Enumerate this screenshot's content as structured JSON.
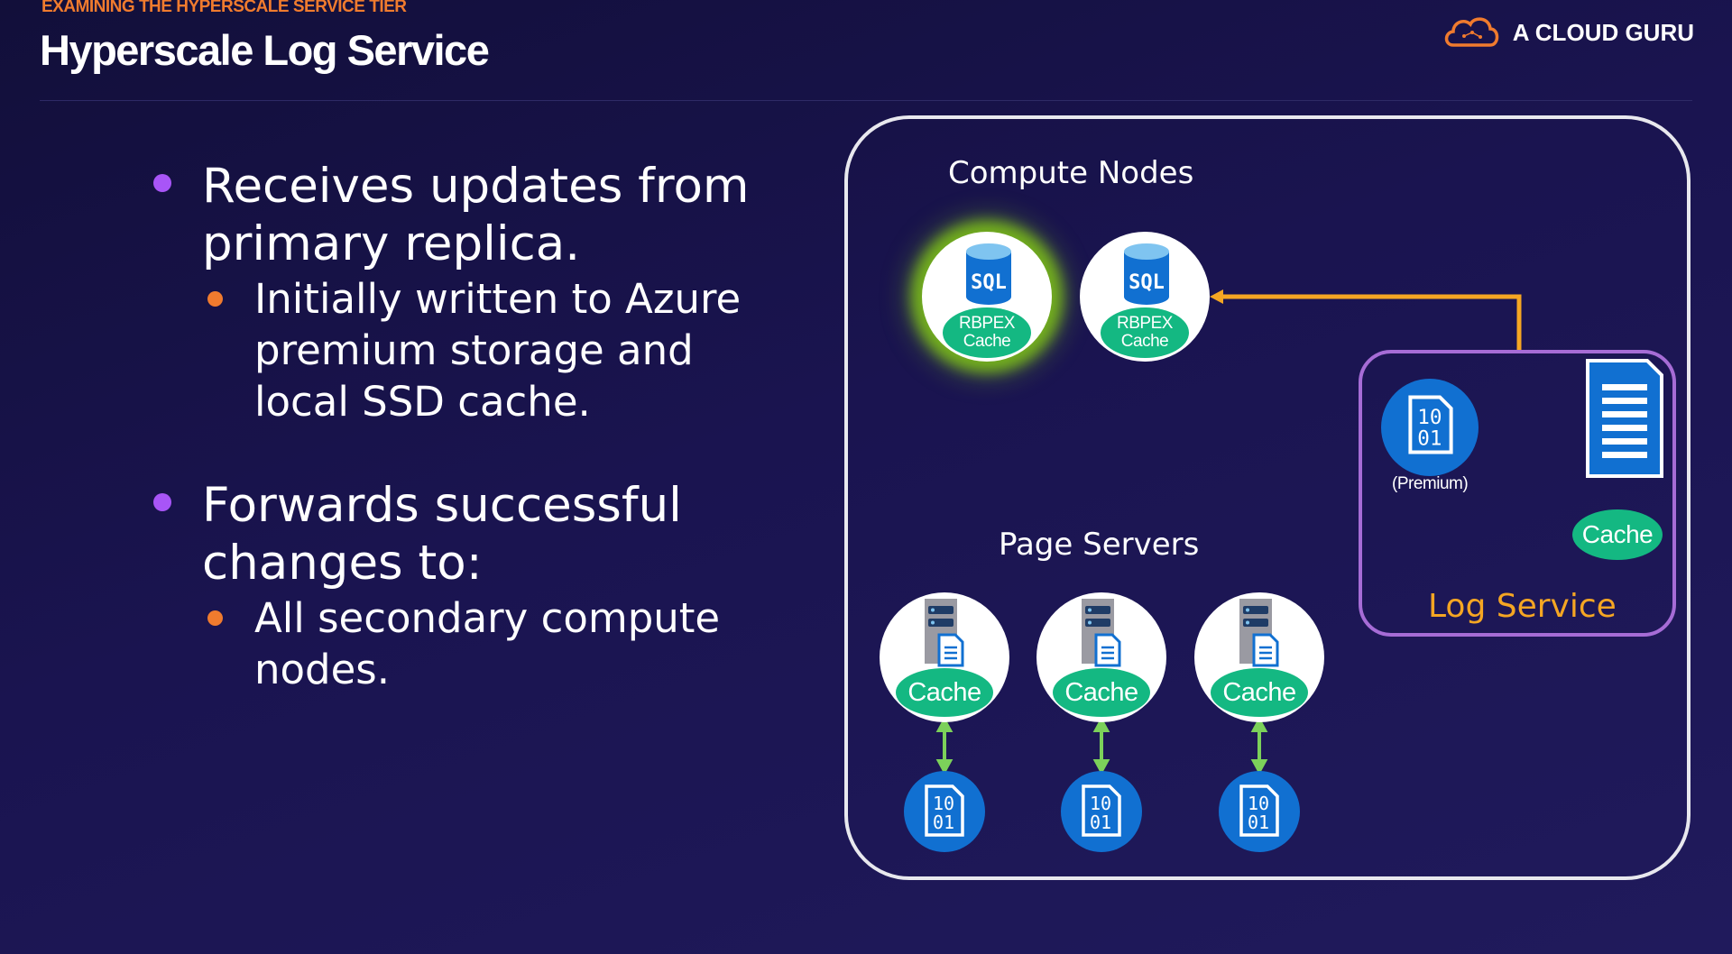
{
  "header": {
    "eyebrow": "EXAMINING THE HYPERSCALE SERVICE TIER",
    "title": "Hyperscale Log Service",
    "brand": "A CLOUD GURU"
  },
  "bullets": [
    {
      "text": "Receives updates from primary replica.",
      "lines": [
        "Receives updates from",
        "primary replica."
      ],
      "sub": {
        "lines": [
          "Initially written to Azure",
          "premium storage and",
          "local SSD cache."
        ]
      }
    },
    {
      "text": "Forwards successful changes to:",
      "lines": [
        "Forwards successful",
        "changes to:"
      ],
      "sub": {
        "lines": [
          "All secondary compute",
          "nodes."
        ]
      }
    }
  ],
  "diagram": {
    "compute_label": "Compute Nodes",
    "page_servers_label": "Page Servers",
    "sql_label": "SQL",
    "rbpex_line1": "RBPEX",
    "rbpex_line2": "Cache",
    "cache_label": "Cache",
    "binary_line1": "10",
    "binary_line2": "01",
    "log_service": {
      "title": "Log Service",
      "premium_label": "(Premium)",
      "cache_label": "Cache"
    }
  },
  "colors": {
    "background": "#1a1450",
    "accent_orange": "#f07b2e",
    "bullet_purple": "#a855f7",
    "cache_green": "#14b882",
    "disk_blue": "#1170d1",
    "arrow_gold": "#f5a623",
    "link_green": "#7cd15a",
    "log_border": "#a66cd6",
    "glow": "#84cc16"
  },
  "icons": [
    "cloud-logo-icon",
    "sql-database-icon",
    "server-icon",
    "binary-disk-icon",
    "log-document-icon"
  ]
}
